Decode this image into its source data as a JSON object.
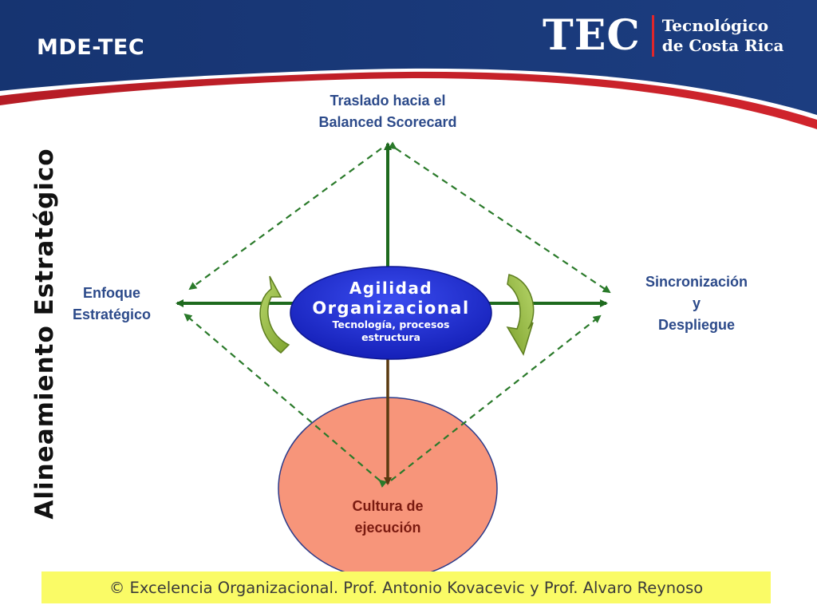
{
  "header": {
    "title": "MDE-TEC",
    "logo_mark": "TEC",
    "logo_line1": "Tecnológico",
    "logo_line2": "de Costa Rica",
    "colors": {
      "band": "#1a3a7a",
      "accent_stripe": "#c8202a",
      "logo_divider": "#e0262b"
    }
  },
  "side_title": "Alineamiento Estratégico",
  "diagram": {
    "top_label": [
      "Traslado hacia el",
      "Balanced Scorecard"
    ],
    "left_label": [
      "Enfoque",
      "Estratégico"
    ],
    "right_label": [
      "Sincronización",
      "y",
      "Despliegue"
    ],
    "center": {
      "line1": "Agilidad",
      "line2": "Organizacional",
      "line3": "Tecnología, procesos",
      "line4": "estructura"
    },
    "bottom_label": [
      "Cultura de",
      "ejecución"
    ],
    "colors": {
      "axis": "#1e6a1e",
      "dashed": "#2a7a2a",
      "center_oval": "#1f2fcf",
      "bottom_circle": "#f7957a",
      "rotation_arrows": "#8cb43a",
      "label_text": "#2c4a8a",
      "culture_text": "#7a1a10"
    }
  },
  "footer": {
    "text": "© Excelencia Organizacional. Prof. Antonio Kovacevic y Prof. Alvaro Reynoso",
    "background": "#fafb66"
  }
}
